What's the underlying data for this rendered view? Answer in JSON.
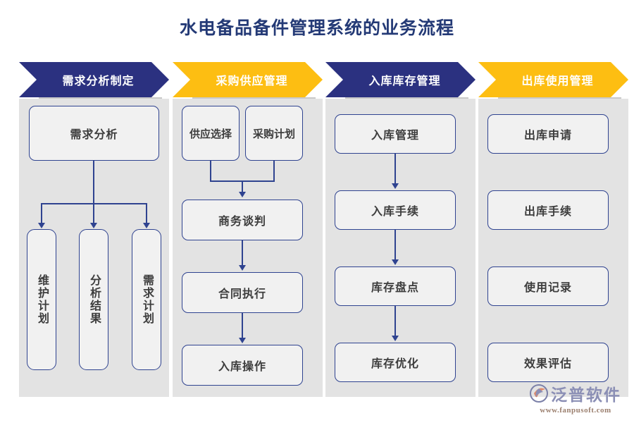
{
  "title": "水电备品备件管理系统的业务流程",
  "colors": {
    "navy": "#2b3180",
    "yellow": "#fdbe12",
    "title_color": "#243a76",
    "panel_bg": "#e3e3e3",
    "node_border": "#2f4390",
    "node_bg": "#f1f1f1",
    "text": "#3d3d3d"
  },
  "columns": [
    {
      "banner": "需求分析制定",
      "banner_color": "navy",
      "nodes": [
        {
          "label": "需求分析",
          "orientation": "horizontal"
        },
        {
          "label": "维护计划",
          "orientation": "vertical"
        },
        {
          "label": "分析结果",
          "orientation": "vertical"
        },
        {
          "label": "需求计划",
          "orientation": "vertical"
        }
      ]
    },
    {
      "banner": "采购供应管理",
      "banner_color": "yellow",
      "nodes": [
        {
          "label": "供应选择",
          "orientation": "horizontal"
        },
        {
          "label": "采购计划",
          "orientation": "horizontal"
        },
        {
          "label": "商务谈判",
          "orientation": "horizontal"
        },
        {
          "label": "合同执行",
          "orientation": "horizontal"
        },
        {
          "label": "入库操作",
          "orientation": "horizontal"
        }
      ]
    },
    {
      "banner": "入库库存管理",
      "banner_color": "navy",
      "nodes": [
        {
          "label": "入库管理",
          "orientation": "horizontal"
        },
        {
          "label": "入库手续",
          "orientation": "horizontal"
        },
        {
          "label": "库存盘点",
          "orientation": "horizontal"
        },
        {
          "label": "库存优化",
          "orientation": "horizontal"
        }
      ]
    },
    {
      "banner": "出库使用管理",
      "banner_color": "yellow",
      "nodes": [
        {
          "label": "出库申请",
          "orientation": "horizontal"
        },
        {
          "label": "出库手续",
          "orientation": "horizontal"
        },
        {
          "label": "使用记录",
          "orientation": "horizontal"
        },
        {
          "label": "效果评估",
          "orientation": "horizontal"
        }
      ]
    }
  ],
  "logo": {
    "name": "泛普软件",
    "url": "www.fanpusoft.com"
  }
}
